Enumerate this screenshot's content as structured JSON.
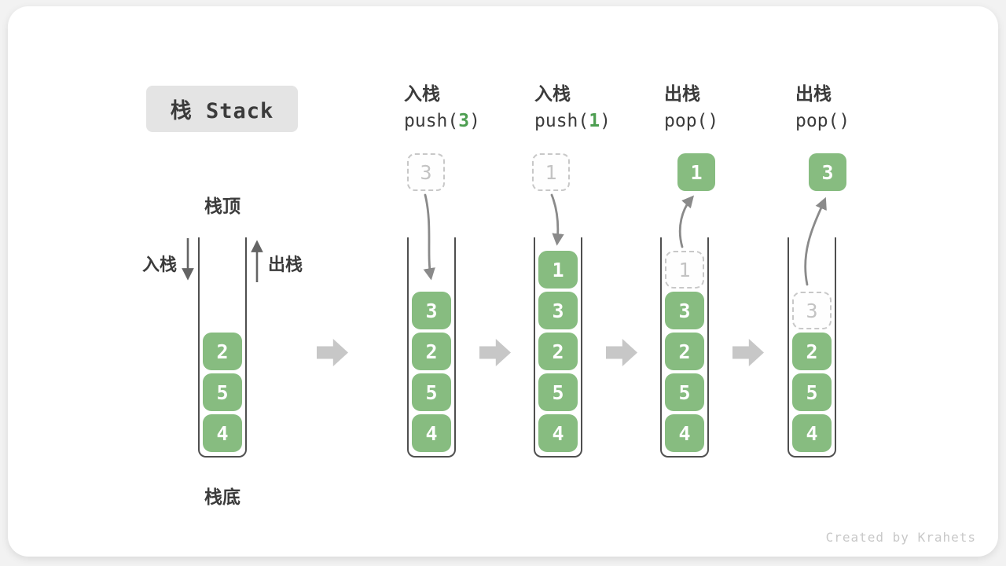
{
  "title": "栈 Stack",
  "footer": "Created by Krahets",
  "labels": {
    "top": "栈顶",
    "bottom": "栈底",
    "push": "入栈",
    "pop": "出栈"
  },
  "colors": {
    "page_bg": "#f2f2f2",
    "card_bg": "#ffffff",
    "title_bg": "#e4e4e4",
    "text_dark": "#3b3b3b",
    "green": "#87bc80",
    "green_accent": "#4d9e51",
    "ghost_border": "#c8c8c8",
    "ghost_text": "#c3c3c3",
    "wall": "#4f4f4f",
    "arrow_gray": "#8a8a8a",
    "side_arrow": "#646464",
    "block_arrow": "#c7c7c7",
    "footer_text": "#c8c8c8"
  },
  "columns": [
    {
      "items": [
        "2",
        "5",
        "4"
      ]
    },
    {
      "op_cn": "入栈",
      "code_prefix": "push(",
      "code_arg": "3",
      "code_suffix": ")",
      "float_value": "3",
      "items": [
        "3",
        "2",
        "5",
        "4"
      ]
    },
    {
      "op_cn": "入栈",
      "code_prefix": "push(",
      "code_arg": "1",
      "code_suffix": ")",
      "float_value": "1",
      "items": [
        "1",
        "3",
        "2",
        "5",
        "4"
      ]
    },
    {
      "op_cn": "出栈",
      "code_prefix": "pop(",
      "code_arg": "",
      "code_suffix": ")",
      "float_value": "1",
      "items": [
        "1",
        "3",
        "2",
        "5",
        "4"
      ]
    },
    {
      "op_cn": "出栈",
      "code_prefix": "pop(",
      "code_arg": "",
      "code_suffix": ")",
      "float_value": "3",
      "items": [
        "3",
        "2",
        "5",
        "4"
      ]
    }
  ]
}
